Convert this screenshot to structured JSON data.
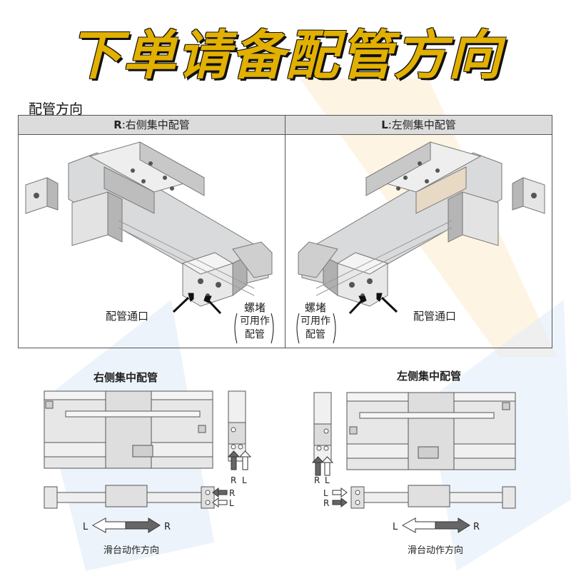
{
  "banner": {
    "text": "下单请备配管方向",
    "color": "#e2b000"
  },
  "section": {
    "title": "配管方向"
  },
  "table": {
    "right": {
      "code": "R",
      "label": ":右侧集中配管"
    },
    "left": {
      "code": "L",
      "label": ":左侧集中配管"
    },
    "port_label": "配管通口",
    "plug_note": [
      "螺堵",
      "可用作",
      "配管"
    ]
  },
  "diagrams": {
    "right": {
      "title": "右侧集中配管",
      "r": "R",
      "l": "L",
      "dir_l": "L",
      "dir_r": "R",
      "caption": "滑台动作方向"
    },
    "left": {
      "title": "左侧集中配管",
      "r": "R",
      "l": "L",
      "dir_l": "L",
      "dir_r": "R",
      "caption": "滑台动作方向"
    }
  }
}
